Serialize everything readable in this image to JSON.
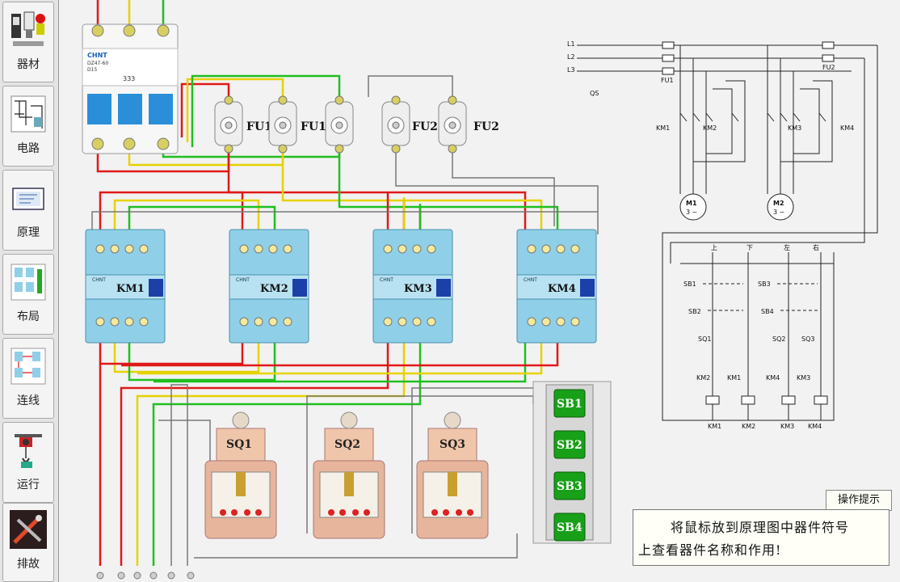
{
  "sidebar": {
    "items": [
      {
        "label": "器材",
        "icon": "component-bin-icon"
      },
      {
        "label": "电路",
        "icon": "circuit-icon"
      },
      {
        "label": "原理",
        "icon": "schematic-icon"
      },
      {
        "label": "布局",
        "icon": "layout-icon"
      },
      {
        "label": "连线",
        "icon": "wiring-icon"
      },
      {
        "label": "运行",
        "icon": "hoist-run-icon"
      },
      {
        "label": "排故",
        "icon": "tools-troubleshoot-icon"
      }
    ]
  },
  "breaker": {
    "brand": "CHNT",
    "model": "DZ47-60",
    "rating": "D15",
    "poles": "333"
  },
  "fuses": [
    {
      "label": "FU1"
    },
    {
      "label": "FU1"
    },
    {
      "label": "FU2"
    },
    {
      "label": "FU2"
    }
  ],
  "contactors": [
    {
      "label": "KM1",
      "brand": "CHNT"
    },
    {
      "label": "KM2",
      "brand": "CHNT"
    },
    {
      "label": "KM3",
      "brand": "CHNT"
    },
    {
      "label": "KM4",
      "brand": "CHNT"
    }
  ],
  "limit_switches": [
    {
      "label": "SQ1"
    },
    {
      "label": "SQ2"
    },
    {
      "label": "SQ3"
    }
  ],
  "buttons": [
    {
      "label": "SB1"
    },
    {
      "label": "SB2"
    },
    {
      "label": "SB3"
    },
    {
      "label": "SB4"
    }
  ],
  "schematic": {
    "lines": [
      "L1",
      "L2",
      "L3"
    ],
    "qs": "QS",
    "fu1": "FU1",
    "fu2": "FU2",
    "main_contacts": [
      "KM1",
      "KM2",
      "KM3",
      "KM4"
    ],
    "motors": [
      {
        "name": "M1",
        "phase": "3 ~"
      },
      {
        "name": "M2",
        "phase": "3 ~"
      }
    ],
    "directions": [
      "上",
      "下",
      "左",
      "右"
    ],
    "row_sb_a": [
      "SB1",
      "SB3"
    ],
    "row_sb_b": [
      "SB2",
      "SB4"
    ],
    "row_sq": [
      "SQ1",
      "SQ2",
      "SQ3"
    ],
    "row_interlock": [
      "KM2",
      "KM1",
      "KM4",
      "KM3"
    ],
    "coils": [
      "KM1",
      "KM2",
      "KM3",
      "KM4"
    ]
  },
  "help": {
    "button": "操作提示",
    "line1": "将鼠标放到原理图中器件符号",
    "line2": "上查看器件名称和作用!"
  },
  "colors": {
    "wire_red": "#e01818",
    "wire_yellow": "#e6d200",
    "wire_green": "#1fbf1f",
    "contactor": "#8fd0e8",
    "button_green": "#19a019"
  }
}
